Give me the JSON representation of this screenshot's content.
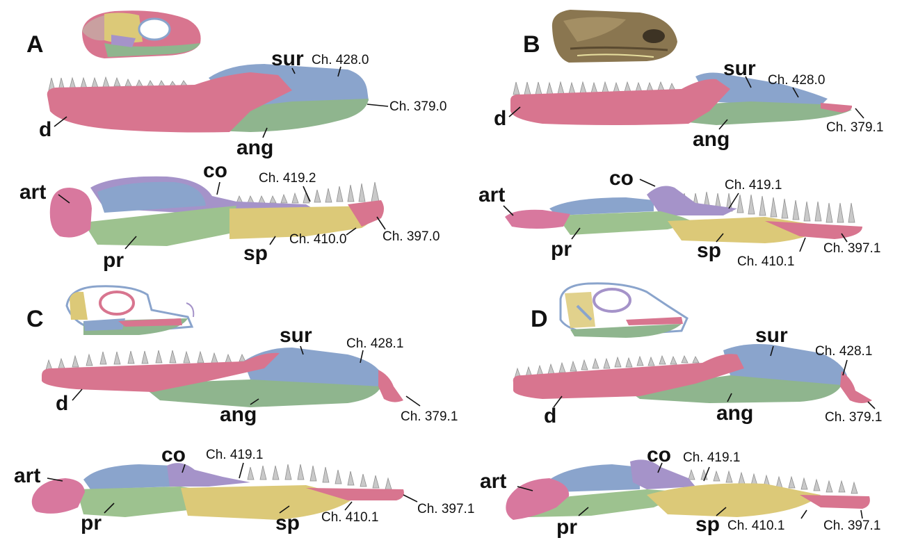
{
  "colors": {
    "dentary": "#d8758f",
    "surangular": "#8aa4cc",
    "angular": "#8fb58e",
    "coronoid": "#a593c9",
    "prearticular": "#9dc28f",
    "splenial": "#dcc978",
    "articular": "#d8789e",
    "teeth": "#c9c9c9",
    "fossil": "#8a7650",
    "outline": "#1a1a1a"
  },
  "panels": [
    {
      "letter": "A",
      "lateral": {
        "bones": {
          "sur": "sur",
          "d": "d",
          "ang": "ang"
        },
        "chars": [
          "Ch. 428.0",
          "Ch. 379.0"
        ]
      },
      "medial": {
        "bones": {
          "art": "art",
          "co": "co",
          "pr": "pr",
          "sp": "sp"
        },
        "chars": [
          "Ch. 419.2",
          "Ch. 410.0",
          "Ch. 397.0"
        ]
      }
    },
    {
      "letter": "B",
      "lateral": {
        "bones": {
          "sur": "sur",
          "d": "d",
          "ang": "ang"
        },
        "chars": [
          "Ch. 428.0",
          "Ch. 379.1"
        ]
      },
      "medial": {
        "bones": {
          "art": "art",
          "co": "co",
          "pr": "pr",
          "sp": "sp"
        },
        "chars": [
          "Ch. 419.1",
          "Ch. 410.1",
          "Ch. 397.1"
        ]
      }
    },
    {
      "letter": "C",
      "lateral": {
        "bones": {
          "sur": "sur",
          "d": "d",
          "ang": "ang"
        },
        "chars": [
          "Ch. 428.1",
          "Ch. 379.1"
        ]
      },
      "medial": {
        "bones": {
          "art": "art",
          "co": "co",
          "pr": "pr",
          "sp": "sp"
        },
        "chars": [
          "Ch. 419.1",
          "Ch. 410.1",
          "Ch. 397.1"
        ]
      }
    },
    {
      "letter": "D",
      "lateral": {
        "bones": {
          "sur": "sur",
          "d": "d",
          "ang": "ang"
        },
        "chars": [
          "Ch. 428.1",
          "Ch. 379.1"
        ]
      },
      "medial": {
        "bones": {
          "art": "art",
          "co": "co",
          "pr": "pr",
          "sp": "sp"
        },
        "chars": [
          "Ch. 419.1",
          "Ch. 410.1",
          "Ch. 397.1"
        ]
      }
    }
  ]
}
